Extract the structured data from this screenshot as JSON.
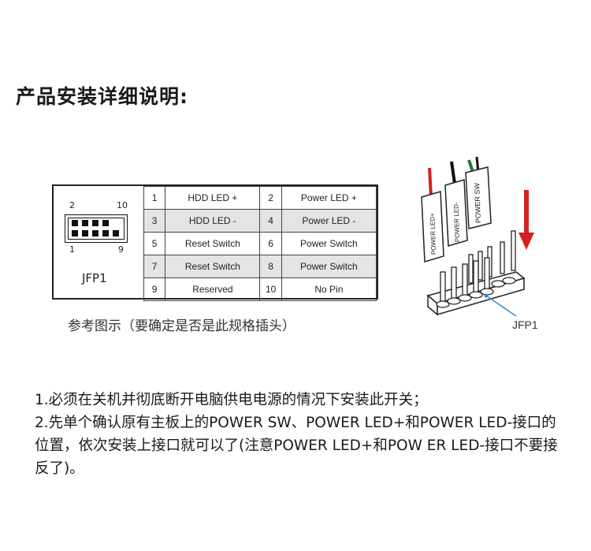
{
  "heading": "产品安装详细说明:",
  "pinout": {
    "header_label": "JFP1",
    "pin_numbers": {
      "top_left": "2",
      "top_right": "10",
      "bottom_left": "1",
      "bottom_right": "9"
    },
    "rows": [
      {
        "odd_pin": "1",
        "odd_label": "HDD LED +",
        "even_pin": "2",
        "even_label": "Power LED +",
        "shaded": false
      },
      {
        "odd_pin": "3",
        "odd_label": "HDD LED -",
        "even_pin": "4",
        "even_label": "Power LED -",
        "shaded": true
      },
      {
        "odd_pin": "5",
        "odd_label": "Reset Switch",
        "even_pin": "6",
        "even_label": "Power Switch",
        "shaded": false
      },
      {
        "odd_pin": "7",
        "odd_label": "Reset Switch",
        "even_pin": "8",
        "even_label": "Power Switch",
        "shaded": true
      },
      {
        "odd_pin": "9",
        "odd_label": "Reserved",
        "even_pin": "10",
        "even_label": "No Pin",
        "shaded": false
      }
    ]
  },
  "caption": "参考图示（要确定是否是此规格插头）",
  "connector_figure": {
    "plug_labels": [
      "POWER LED+",
      "POWER LED-",
      "POWER SW"
    ],
    "callout": "JFP1",
    "colors": {
      "wire_red": "#d42020",
      "wire_black": "#111111",
      "wire_green": "#1e7a2e",
      "arrow": "#d42020",
      "callout_line": "#2a8fd8"
    }
  },
  "instructions": [
    "1.必须在关机并彻底断开电脑供电电源的情况下安装此开关；",
    "2.先单个确认原有主板上的POWER SW、POWER LED+和POWER LED-接口的位置，依次安装上接口就可以了(注意POWER LED+和POW ER LED-接口不要接反了)。"
  ]
}
